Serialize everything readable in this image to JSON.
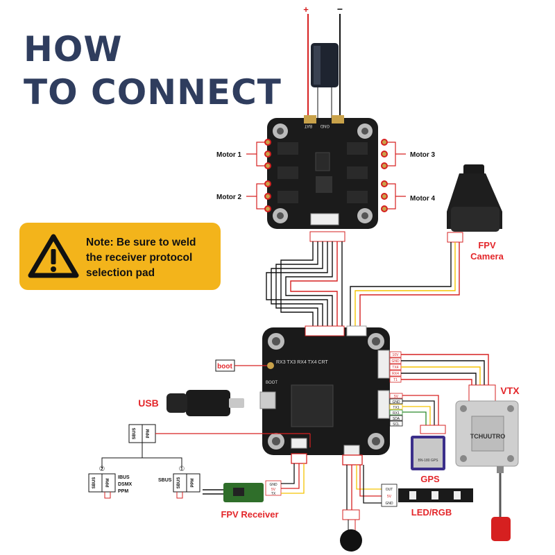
{
  "title": {
    "line1": "HOW",
    "line2": "TO CONNECT"
  },
  "note": {
    "line1": "Note: Be sure to weld",
    "line2": "the receiver protocol",
    "line3": "selection pad"
  },
  "battery": {
    "plus": "+",
    "minus": "−",
    "pad_gnd": "GND",
    "pad_bat": "BAT"
  },
  "esc": {
    "motor1": "Motor 1",
    "motor2": "Motor 2",
    "motor3": "Motor 3",
    "motor4": "Motor 4"
  },
  "camera": {
    "line1": "FPV",
    "line2": "Camera"
  },
  "fc": {
    "boot": "boot",
    "boot_text": "BOOT",
    "usb": "USB",
    "uart_labels": "RX3 TX3 RX4 TX4 CRT",
    "pads": [
      "10V",
      "GND",
      "TX4",
      "RX4",
      "T1"
    ],
    "gps_pads": [
      "5V",
      "GND",
      "TX1",
      "RX1",
      "SDA",
      "SCL"
    ]
  },
  "vtx": {
    "label": "VTX",
    "brand": "TCHUUTRO"
  },
  "gps": {
    "label": "GPS",
    "model": "BN-180 GPS"
  },
  "led": {
    "label": "LED/RGB",
    "pads": [
      "OUT",
      "5V",
      "GND"
    ]
  },
  "receiver": {
    "label": "FPV Receiver",
    "pads": [
      "GND",
      "5V",
      "TX"
    ],
    "sbus": "SBUS",
    "ppm": "PPM",
    "option1": "①",
    "option2": "②",
    "protocols": [
      "IBUS",
      "DSMX",
      "PPM"
    ]
  },
  "colors": {
    "title": "#2f3d5e",
    "note_bg": "#f3b41b",
    "label_red": "#e3262a",
    "wire_red": "#d62020",
    "wire_yellow": "#f5c400",
    "wire_black": "#111111"
  }
}
